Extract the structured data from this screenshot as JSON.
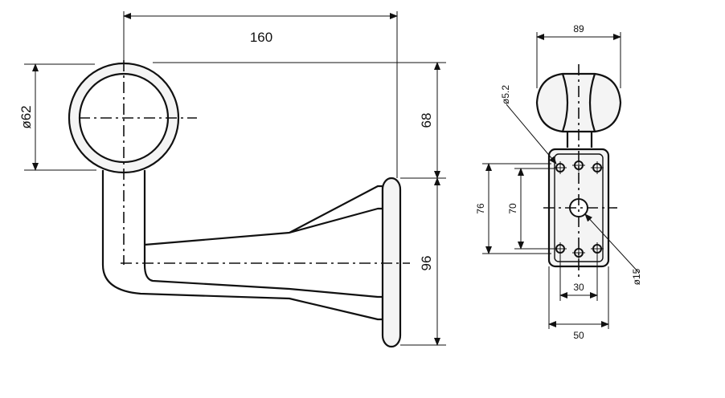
{
  "side_view": {
    "dimensions": {
      "length": "160",
      "diameter": "ø62",
      "height_upper": "68",
      "height_lower": "96"
    }
  },
  "front_view": {
    "dimensions": {
      "width_top": "89",
      "hole_diameter": "ø5.2",
      "height_outer": "76",
      "height_inner": "70",
      "center_hole": "ø15",
      "hole_spacing": "30",
      "width_base": "50"
    }
  }
}
